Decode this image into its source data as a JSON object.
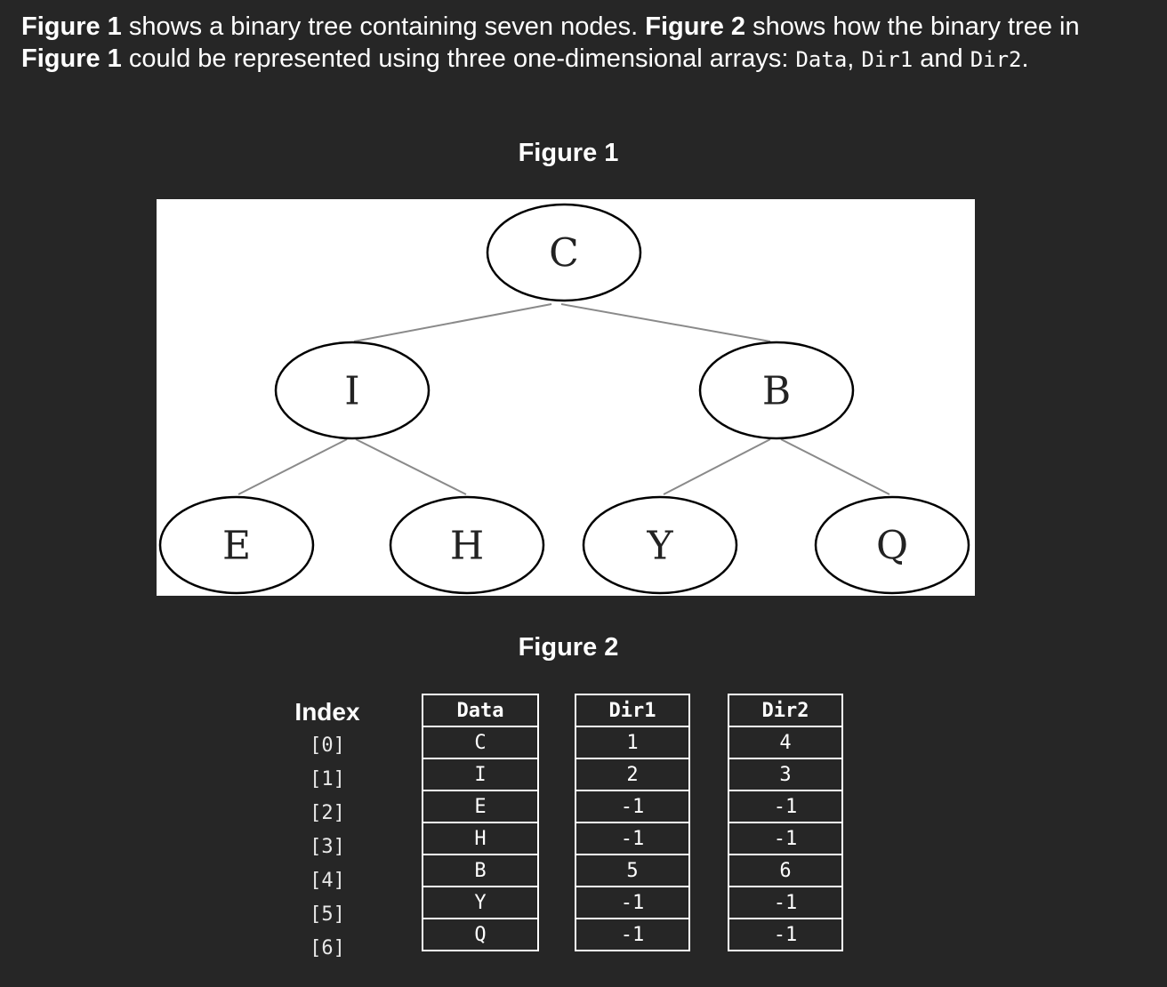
{
  "intro": {
    "fig1": "Figure 1",
    "t1": " shows a binary tree containing seven nodes. ",
    "fig2": "Figure 2",
    "t2": " shows how the binary tree in ",
    "fig1b": "Figure 1",
    "t3": " could be represented using three one-dimensional arrays: ",
    "arr_data": "Data",
    "sep1": ", ",
    "arr_dir1": "Dir1",
    "sep2": " and ",
    "arr_dir2": "Dir2",
    "end": "."
  },
  "figure1": {
    "title": "Figure 1",
    "nodes": [
      "C",
      "I",
      "B",
      "E",
      "H",
      "Y",
      "Q"
    ]
  },
  "figure2": {
    "title": "Figure 2",
    "index_header": "Index",
    "indices": [
      "[0]",
      "[1]",
      "[2]",
      "[3]",
      "[4]",
      "[5]",
      "[6]"
    ],
    "data_header": "Data",
    "data": [
      "C",
      "I",
      "E",
      "H",
      "B",
      "Y",
      "Q"
    ],
    "dir1_header": "Dir1",
    "dir1": [
      "1",
      "2",
      "-1",
      "-1",
      "5",
      "-1",
      "-1"
    ],
    "dir2_header": "Dir2",
    "dir2": [
      "4",
      "3",
      "-1",
      "-1",
      "6",
      "-1",
      "-1"
    ]
  }
}
